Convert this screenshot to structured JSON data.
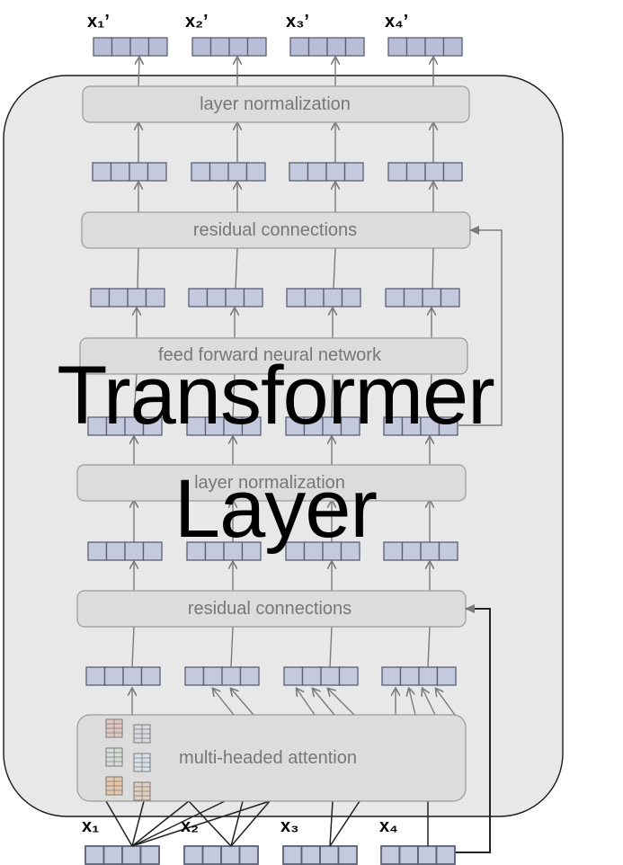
{
  "outputs": [
    "x₁’",
    "x₂’",
    "x₃’",
    "x₄’"
  ],
  "inputs": [
    "x₁",
    "x₂",
    "x₃",
    "x₄"
  ],
  "blocks": {
    "layer_norm_top": "layer normalization",
    "residual_top": "residual connections",
    "feed_forward": "feed forward neural network",
    "layer_norm_mid": "layer normalization",
    "residual_bottom": "residual connections",
    "attention": "multi-headed attention"
  },
  "overlay": {
    "line1": "Transformer",
    "line2": "Layer"
  },
  "colors": {
    "container_fill": "#e8e8e8",
    "block_fill": "#dcdcdc",
    "vector_fill": "#c4c9dd",
    "vector_stroke": "#5a5f77",
    "output_vector_fill": "#b8bed8",
    "arrow": "#7a7a7a",
    "label_text": "#777777",
    "attention_orange": "#e8c8a8"
  }
}
